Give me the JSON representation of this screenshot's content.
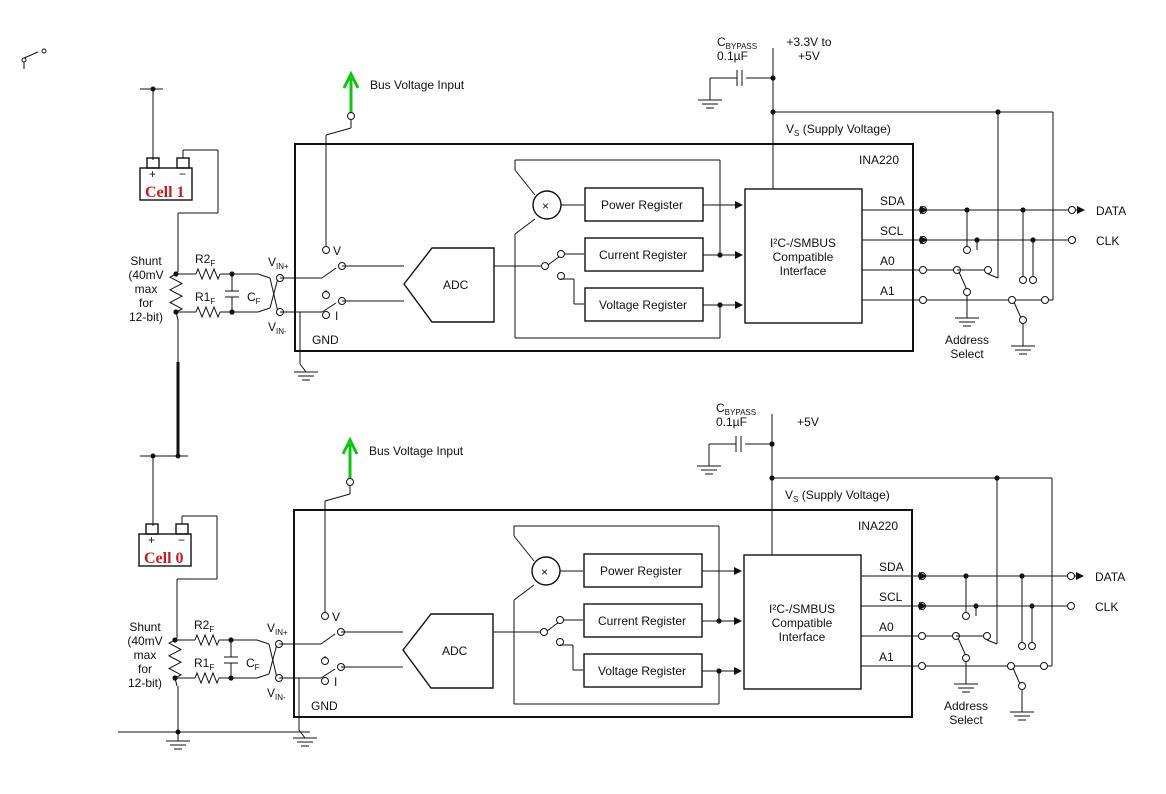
{
  "circuits": [
    {
      "cell_label": "Cell 1",
      "cell_plus": "+",
      "cell_minus": "−",
      "bus_voltage_input": "Bus Voltage Input",
      "cbypass_label": "C",
      "cbypass_sub": "BYPASS",
      "cbypass_value": "0.1µF",
      "supply_range_line1": "+3.3V to",
      "supply_range_line2": "+5V",
      "vs_label": "V",
      "vs_sub": "S",
      "vs_suffix": "(Supply Voltage)",
      "chip_name": "INA220",
      "shunt_lines": [
        "Shunt",
        "(40mV",
        "max",
        "for",
        "12-bit)"
      ],
      "r2f": "R2",
      "r1f": "R1",
      "cf": "C",
      "f_sub": "F",
      "vin_plus": "V",
      "vin_plus_sub": "IN+",
      "vin_minus": "V",
      "vin_minus_sub": "IN-",
      "switch_v": "V",
      "switch_i": "I",
      "gnd": "GND",
      "adc": "ADC",
      "multiply": "×",
      "power_register": "Power Register",
      "current_register": "Current Register",
      "voltage_register": "Voltage Register",
      "interface_line1": "I²C-/SMBUS",
      "interface_line2": "Compatible",
      "interface_line3": "Interface",
      "sda": "SDA",
      "scl": "SCL",
      "a0": "A0",
      "a1": "A1",
      "data": "DATA",
      "clk": "CLK",
      "address_select_line1": "Address",
      "address_select_line2": "Select"
    },
    {
      "cell_label": "Cell 0",
      "cell_plus": "+",
      "cell_minus": "−",
      "bus_voltage_input": "Bus Voltage Input",
      "cbypass_label": "C",
      "cbypass_sub": "BYPASS",
      "cbypass_value": "0.1µF",
      "supply_range_line1": "",
      "supply_range_line2": "+5V",
      "vs_label": "V",
      "vs_sub": "S",
      "vs_suffix": "(Supply Voltage)",
      "chip_name": "INA220",
      "shunt_lines": [
        "Shunt",
        "(40mV",
        "max",
        "for",
        "12-bit)"
      ],
      "r2f": "R2",
      "r1f": "R1",
      "cf": "C",
      "f_sub": "F",
      "vin_plus": "V",
      "vin_plus_sub": "IN+",
      "vin_minus": "V",
      "vin_minus_sub": "IN-",
      "switch_v": "V",
      "switch_i": "I",
      "gnd": "GND",
      "adc": "ADC",
      "multiply": "×",
      "power_register": "Power Register",
      "current_register": "Current Register",
      "voltage_register": "Voltage Register",
      "interface_line1": "I²C-/SMBUS",
      "interface_line2": "Compatible",
      "interface_line3": "Interface",
      "sda": "SDA",
      "scl": "SCL",
      "a0": "A0",
      "a1": "A1",
      "data": "DATA",
      "clk": "CLK",
      "address_select_line1": "Address",
      "address_select_line2": "Select"
    }
  ],
  "colors": {
    "cell_label": "#c41e1e",
    "bus_arrow": "#12c412",
    "wire": "#111111"
  }
}
